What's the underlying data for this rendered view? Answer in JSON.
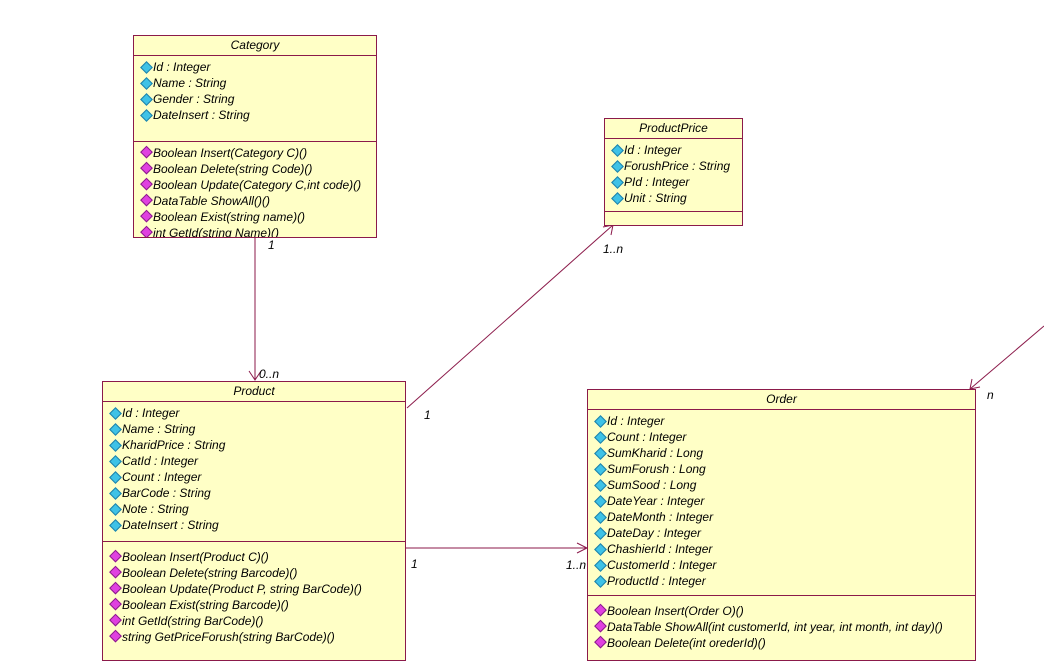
{
  "classes": {
    "category": {
      "name": "Category",
      "attributes": [
        "Id : Integer",
        "Name : String",
        "Gender : String",
        "DateInsert : String"
      ],
      "operations": [
        "Boolean Insert(Category C)()",
        "Boolean Delete(string Code)()",
        "Boolean Update(Category C,int code)()",
        "DataTable ShowAll()()",
        "Boolean Exist(string name)()",
        "int GetId(string Name)()"
      ]
    },
    "productprice": {
      "name": "ProductPrice",
      "attributes": [
        "Id : Integer",
        "ForushPrice : String",
        "PId : Integer",
        "Unit : String"
      ],
      "operations": []
    },
    "product": {
      "name": "Product",
      "attributes": [
        "Id : Integer",
        "Name : String",
        "KharidPrice : String",
        "CatId : Integer",
        "Count : Integer",
        "BarCode : String",
        "Note : String",
        "DateInsert : String"
      ],
      "operations": [
        "Boolean Insert(Product C)()",
        "Boolean Delete(string Barcode)()",
        "Boolean Update(Product P, string BarCode)()",
        "Boolean Exist(string Barcode)()",
        "int GetId(string BarCode)()",
        "string GetPriceForush(string BarCode)()"
      ]
    },
    "order": {
      "name": "Order",
      "attributes": [
        "Id : Integer",
        "Count : Integer",
        "SumKharid : Long",
        "SumForush : Long",
        "SumSood : Long",
        "DateYear : Integer",
        "DateMonth : Integer",
        "DateDay : Integer",
        "ChashierId : Integer",
        "CustomerId : Integer",
        "ProductId : Integer"
      ],
      "operations": [
        "Boolean Insert(Order O)()",
        "DataTable ShowAll(int customerId, int year, int month, int day)()",
        "Boolean Delete(int orederId)()"
      ]
    }
  },
  "multiplicities": {
    "cat_product_src": "1",
    "cat_product_dst": "0..n",
    "product_price_src": "1",
    "product_price_dst": "1..n",
    "product_order_src": "1",
    "product_order_dst": "1..n",
    "external_order_dst": "n"
  }
}
